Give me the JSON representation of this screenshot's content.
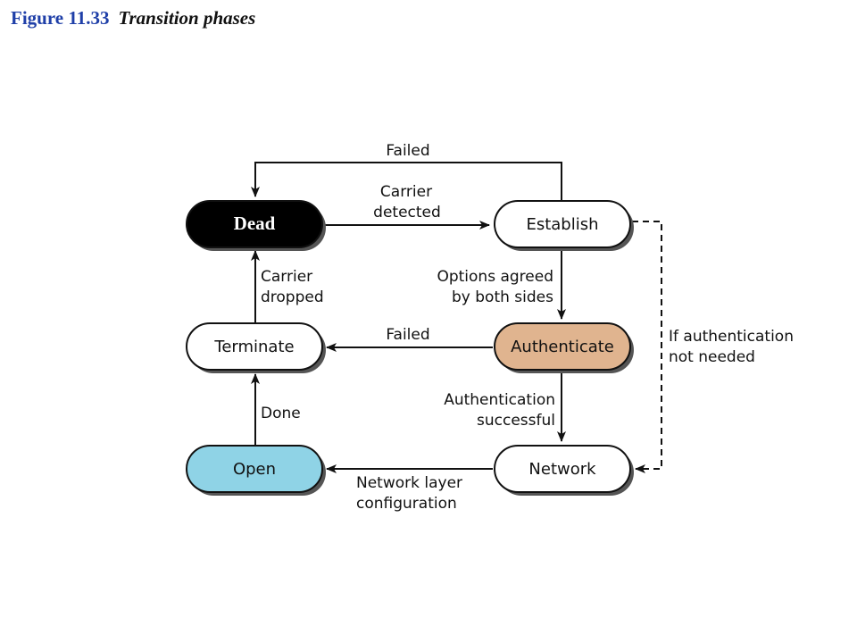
{
  "caption": {
    "number": "Figure 11.33",
    "title": "Transition phases"
  },
  "colors": {
    "dead_fill": "#000000",
    "authenticate_fill": "#e0b48f",
    "open_fill": "#8fd3e6",
    "default_fill": "#ffffff",
    "stroke": "#111111",
    "shadow": "#555555"
  },
  "nodes": {
    "dead": "Dead",
    "establish": "Establish",
    "authenticate": "Authenticate",
    "terminate": "Terminate",
    "network": "Network",
    "open": "Open"
  },
  "edges": {
    "establish_failed": "Failed",
    "carrier_detected": [
      "Carrier",
      "detected"
    ],
    "options_agreed": [
      "Options agreed",
      "by both sides"
    ],
    "auth_failed": "Failed",
    "carrier_dropped": [
      "Carrier",
      "dropped"
    ],
    "auth_not_needed": [
      "If authentication",
      "not needed"
    ],
    "auth_successful": [
      "Authentication",
      "successful"
    ],
    "done": "Done",
    "network_layer_config": [
      "Network layer",
      "configuration"
    ]
  }
}
